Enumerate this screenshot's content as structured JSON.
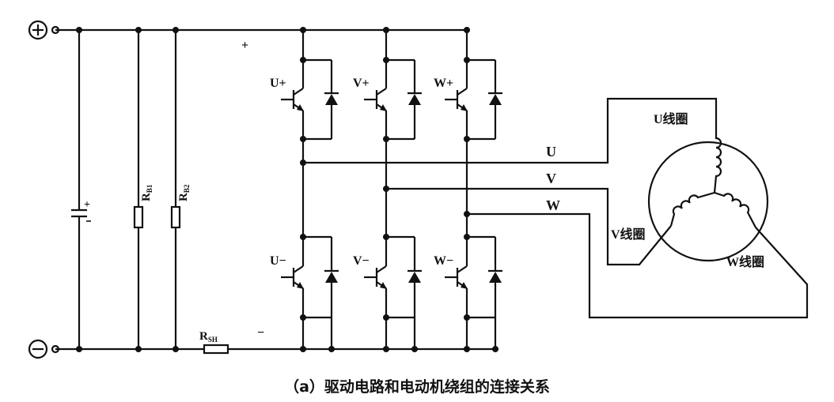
{
  "terminals": {
    "positive": "⊕",
    "negative": "⊖"
  },
  "bus_signs": {
    "plus": "+",
    "minus": "−"
  },
  "capacitor": {
    "plus": "+"
  },
  "resistors": {
    "rb1": {
      "main": "R",
      "sub": "B1"
    },
    "rb2": {
      "main": "R",
      "sub": "B2"
    },
    "rs": {
      "main": "R",
      "sub": "SH"
    }
  },
  "switches": {
    "upper": [
      "U+",
      "V+",
      "W+"
    ],
    "lower": [
      "U−",
      "V−",
      "W−"
    ]
  },
  "phases": [
    "U",
    "V",
    "W"
  ],
  "coils": [
    "U线圈",
    "V线圈",
    "W线圈"
  ],
  "caption": "（a）驱动电路和电动机绕组的连接关系"
}
